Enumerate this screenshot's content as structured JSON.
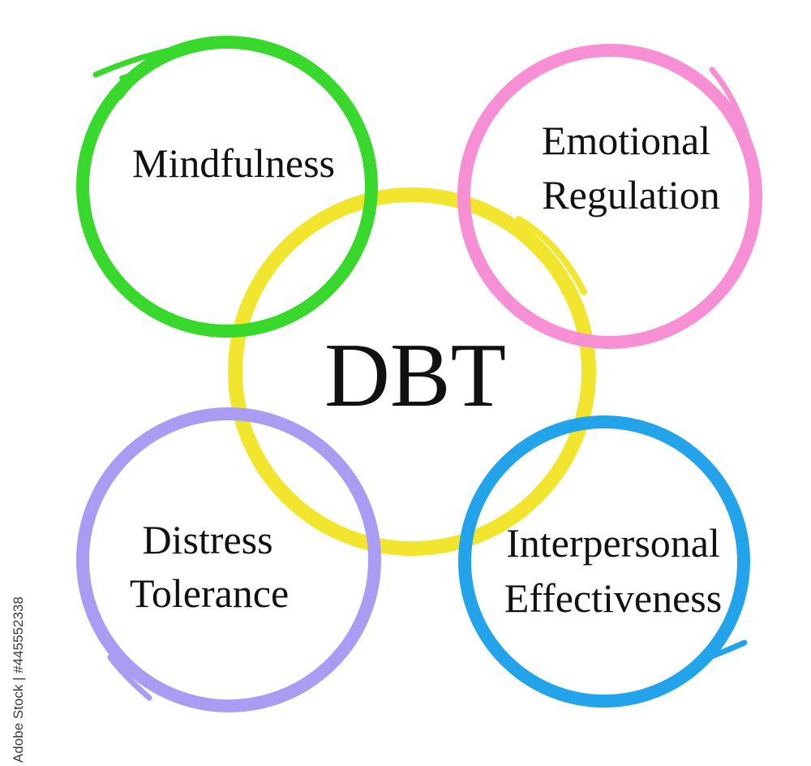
{
  "diagram": {
    "center": {
      "label": "DBT",
      "color": "#f2e52e"
    },
    "nodes": {
      "mindfulness": {
        "lines": [
          "Mindfulness"
        ],
        "color": "#38d92c"
      },
      "emotional": {
        "lines": [
          "Emotional",
          "Regulation"
        ],
        "color": "#f78fd4"
      },
      "distress": {
        "lines": [
          "Distress",
          "Tolerance"
        ],
        "color": "#a99cf2"
      },
      "interpersonal": {
        "lines": [
          "Interpersonal",
          "Effectiveness"
        ],
        "color": "#23a3ea"
      }
    },
    "stock_id": "Adobe Stock | #445552338"
  }
}
